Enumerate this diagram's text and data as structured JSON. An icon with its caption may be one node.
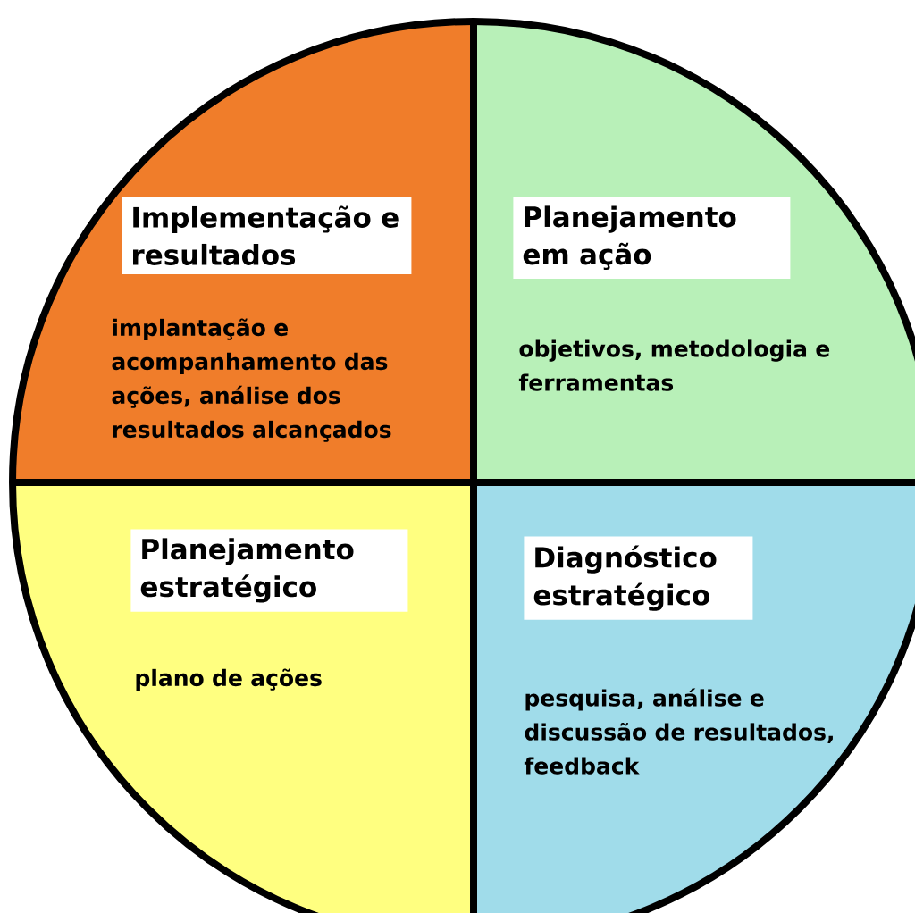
{
  "diagram": {
    "nodes": [
      {
        "text": [
          "Implementação e resultados",
          "implantação e acompanhamento das ações, análise dos resultados alcançados"
        ]
      },
      {
        "text": [
          "Planejamento em ação",
          "objetivos, metodologia e ferramentas"
        ]
      },
      {
        "text": [
          "Planejamento estratégico",
          "plano de ações"
        ]
      },
      {
        "text": [
          "Diagnóstico estratégico",
          "pesquisa, análise e discussão de resultados, feedback"
        ]
      }
    ]
  }
}
